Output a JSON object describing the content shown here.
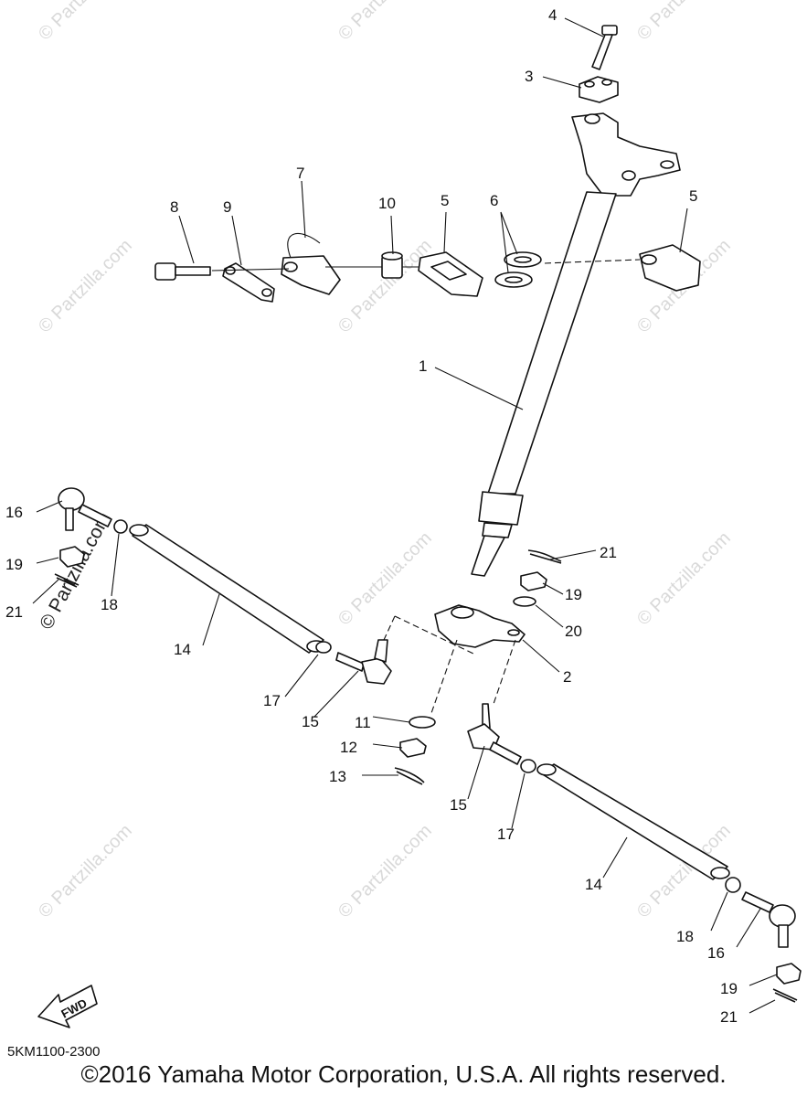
{
  "diagram": {
    "drawing_code": "5KM1100-2300",
    "copyright": "©2016 Yamaha Motor Corporation, U.S.A. All rights reserved.",
    "watermark": "© Partzilla.com",
    "watermark_dark": "© Partzilla.com",
    "fwd_label": "FWD",
    "callouts": {
      "c1": "1",
      "c2": "2",
      "c3": "3",
      "c4": "4",
      "c5a": "5",
      "c5b": "5",
      "c6": "6",
      "c7": "7",
      "c8": "8",
      "c9": "9",
      "c10": "10",
      "c11": "11",
      "c12": "12",
      "c13": "13",
      "c14a": "14",
      "c14b": "14",
      "c15a": "15",
      "c15b": "15",
      "c16a": "16",
      "c16b": "16",
      "c17a": "17",
      "c17b": "17",
      "c18a": "18",
      "c18b": "18",
      "c19a": "19",
      "c19b": "19",
      "c19c": "19",
      "c20": "20",
      "c21a": "21",
      "c21b": "21",
      "c21c": "21"
    }
  }
}
